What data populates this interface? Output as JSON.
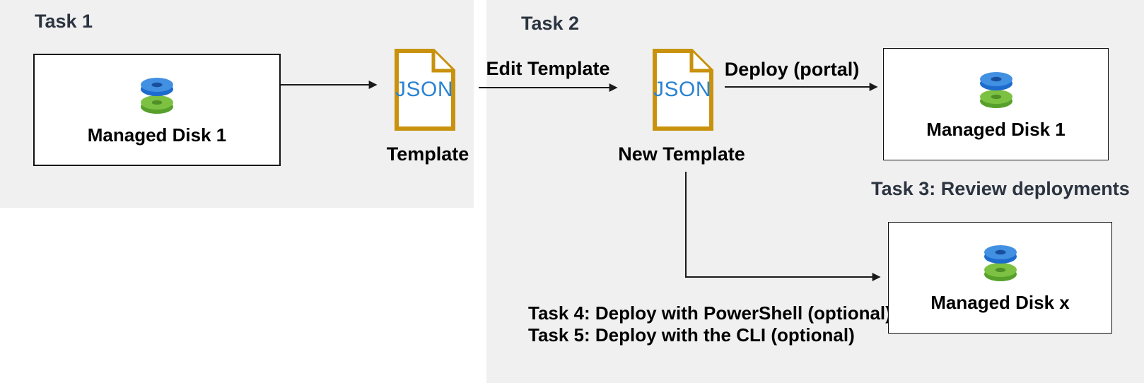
{
  "diagram": {
    "task1": {
      "heading": "Task 1",
      "disk_box": {
        "label": "Managed Disk 1"
      },
      "template": {
        "file_type": "JSON",
        "label": "Template"
      }
    },
    "task2": {
      "heading": "Task 2",
      "edit_arrow_label": "Edit Template",
      "new_template": {
        "file_type": "JSON",
        "label": "New Template"
      },
      "deploy_arrow_label": "Deploy (portal)",
      "deployed_disk_box": {
        "label": "Managed Disk 1"
      }
    },
    "task3_caption": "Task 3: Review deployments",
    "task4_caption": "Task 4: Deploy with PowerShell (optional)",
    "task5_caption": "Task 5: Deploy with the CLI (optional)",
    "optional_disk_box": {
      "label": "Managed Disk x"
    },
    "colors": {
      "panel_background": "#f0f0f0",
      "heading_text": "#2b3440",
      "body_text": "#000000",
      "box_border": "#111111",
      "arrow": "#1a1a1a",
      "json_file_outline": "#c9920e",
      "json_text": "#2b83d2",
      "disk_blue_top": "#4290e2",
      "disk_blue_side": "#1d6bcd",
      "disk_green_top": "#7cc142",
      "disk_green_side": "#57a02b"
    }
  }
}
